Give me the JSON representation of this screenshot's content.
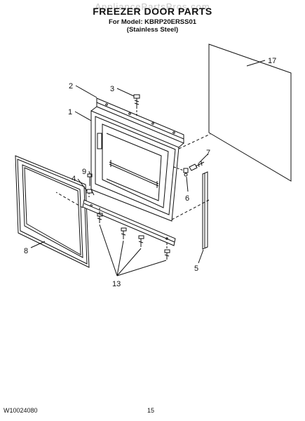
{
  "header": {
    "title": "FREEZER DOOR PARTS",
    "watermark": "AppliancePartsPros.com",
    "model_line": "For Model: KBRP20ERSS01",
    "variant": "(Stainless Steel)"
  },
  "footer": {
    "doc_number": "W10024080",
    "page_number": "15"
  },
  "callouts": {
    "c1": "1",
    "c2": "2",
    "c3": "3",
    "c4": "4",
    "c5": "5",
    "c6": "6",
    "c7": "7",
    "c8": "8",
    "c9": "9",
    "c13": "13",
    "c17": "17"
  },
  "colors": {
    "line": "#111111",
    "background": "#ffffff",
    "watermark": "#c8c8c8"
  }
}
